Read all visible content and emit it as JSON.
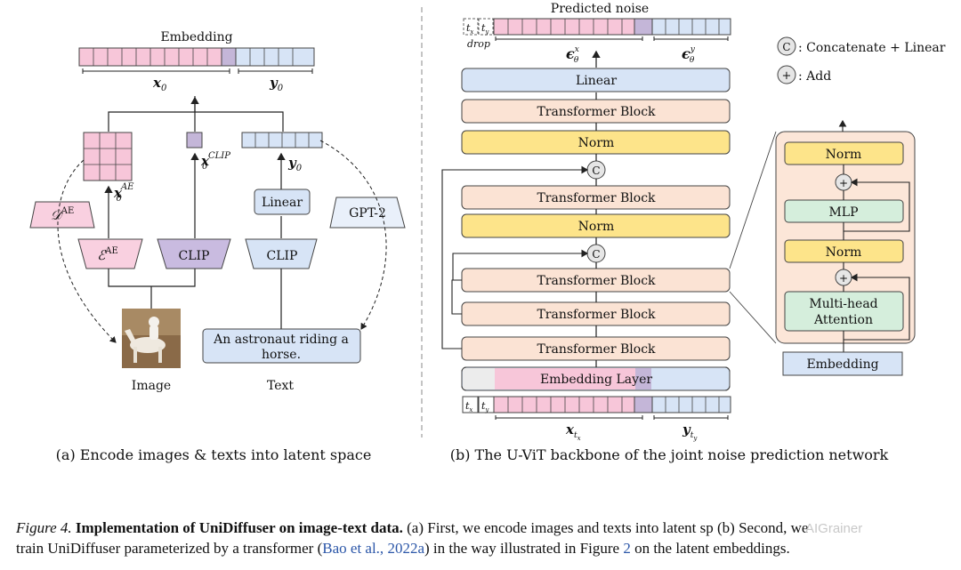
{
  "panel_a": {
    "embedding_title": "Embedding",
    "x0": "x",
    "x0_sub": "0",
    "y0": "y",
    "y0_sub": "0",
    "x0_ae": "x",
    "x0_ae_sup": "AE",
    "x0_ae_sub": "0",
    "x0_clip": "x",
    "x0_clip_sup": "CLIP",
    "x0_clip_sub": "0",
    "y0_mid": "y",
    "y0_mid_sub": "0",
    "decoder_label": "𝒟",
    "decoder_sup": "AE",
    "encoder_label": "ℰ",
    "encoder_sup": "AE",
    "clip_image_label": "CLIP",
    "clip_text_label": "CLIP",
    "linear_label": "Linear",
    "gpt2_label": "GPT-2",
    "text_box": [
      "An astronaut riding a",
      "horse."
    ],
    "image_label": "Image",
    "text_label": "Text",
    "subcaption": "(a) Encode images & texts into latent space"
  },
  "panel_b": {
    "predicted_noise": "Predicted noise",
    "drop": "drop",
    "tx": "t",
    "tx_sub": "x",
    "ty": "t",
    "ty_sub": "y",
    "eps_x": "ϵ",
    "eps_sub": "θ",
    "eps_x_sup": "x",
    "eps_y_sup": "y",
    "legend_concat_symbol": "C",
    "legend_concat_text": ": Concatenate + Linear",
    "legend_add_symbol": "+",
    "legend_add_text": ": Add",
    "blocks": [
      "Linear",
      "Transformer Block",
      "Norm",
      "Transformer Block",
      "Norm",
      "Transformer Block",
      "Transformer Block",
      "Transformer Block",
      "Embedding Layer"
    ],
    "concat_symbol": "C",
    "xt": "x",
    "xt_sub": "t",
    "xt_subsub": "x",
    "yt": "y",
    "yt_sub": "t",
    "yt_subsub": "y",
    "detail": {
      "norm_top": "Norm",
      "mlp": "MLP",
      "norm_mid": "Norm",
      "attention": [
        "Multi-head",
        "Attention"
      ],
      "add_symbol": "+",
      "embedding": "Embedding"
    },
    "subcaption": "(b) The U-ViT backbone of the joint noise prediction network"
  },
  "caption": {
    "figure": "Figure 4.",
    "bold": "Implementation of UniDiffuser on image-text data.",
    "text1": "(a) First, we encode images and texts into latent sp",
    "text1_tail": "(b) Second, we",
    "text2a": "train UniDiffuser parameterized by a transformer (",
    "cite1": "Bao et al., ",
    "cite2": "2022a",
    "text2b": ") in the way illustrated in Figure ",
    "cite3": "2",
    "text2c": " on the latent embeddings."
  },
  "watermark": "AIGrainer",
  "colors": {
    "pink": "#f7c6d9",
    "purple": "#c4b6d8",
    "blue": "#d7e4f6",
    "peach": "#fbe3d4",
    "yellow": "#fde48a",
    "green": "#d5eedc",
    "trap_pink": "#f9d0e0",
    "trap_purple": "#c9bbe0",
    "detail_bg": "#fce6d8",
    "cite": "#2b56a8"
  }
}
